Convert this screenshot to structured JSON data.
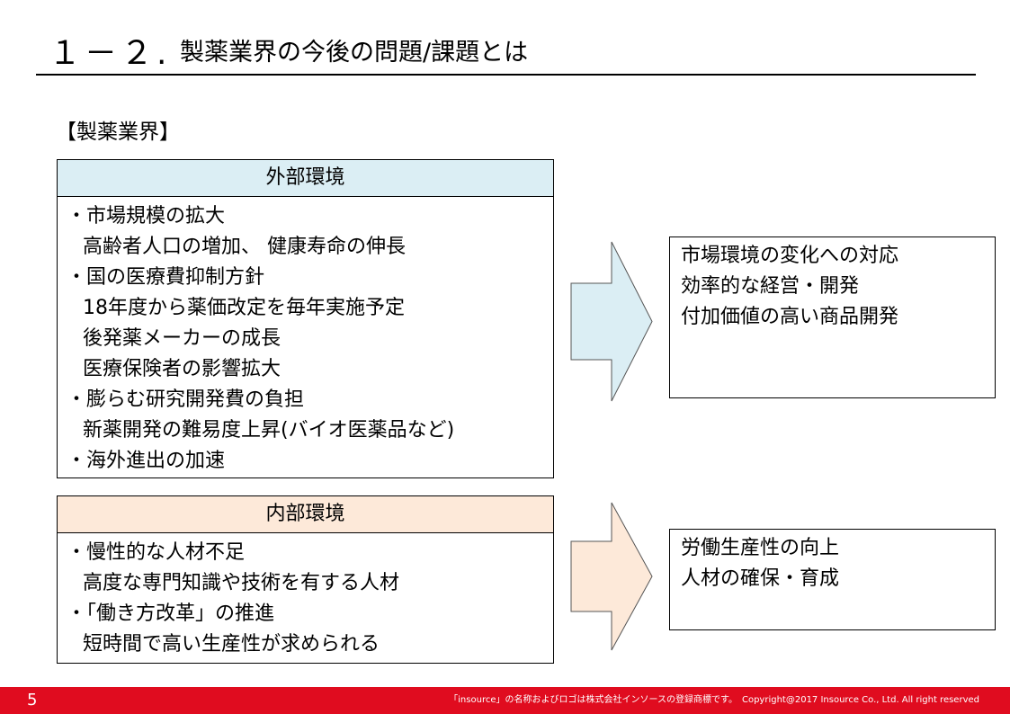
{
  "title": {
    "number": "１－２.",
    "text": "製薬業界の今後の問題/課題とは"
  },
  "section_label": "【製薬業界】",
  "external": {
    "header": "外部環境",
    "lines": [
      "・市場規模の拡大",
      "高齢者人口の増加、 健康寿命の伸長",
      "・国の医療費抑制方針",
      "18年度から薬価改定を毎年実施予定",
      "後発薬メーカーの成長",
      "医療保険者の影響拡大",
      "・膨らむ研究開発費の負担",
      "新薬開発の難易度上昇(バイオ医薬品など)",
      "・海外進出の加速"
    ]
  },
  "internal": {
    "header": "内部環境",
    "lines": [
      "・慢性的な人材不足",
      "高度な専門知識や技術を有する人材",
      "・「働き方改革」の推進",
      "短時間で高い生産性が求められる"
    ]
  },
  "result_external": {
    "lines": [
      "市場環境の変化への対応",
      "",
      "効率的な経営・開発",
      "",
      "付加価値の高い商品開発"
    ]
  },
  "result_internal": {
    "lines": [
      "労働生産性の向上",
      "",
      "人材の確保・育成"
    ]
  },
  "footer": {
    "page": "5",
    "note": "「insource」の名称およびロゴは株式会社インソースの登録商標です。　Copyright@2017 Insource Co., Ltd. All right reserved"
  },
  "colors": {
    "external_fill": "#dbeef4",
    "internal_fill": "#fde9d9",
    "footer_bg": "#e00c1f"
  }
}
